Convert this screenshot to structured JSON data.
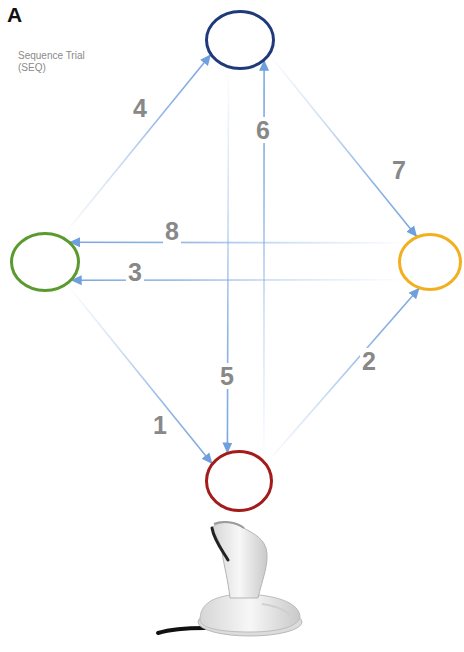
{
  "diagram": {
    "title": "Sequence Trial (SEQ)",
    "nodes": [
      {
        "text": []
      },
      {
        "text": []
      },
      {
        "text": []
      },
      {
        "text": []
      }
    ],
    "edges": [
      {
        "from": 1,
        "to": 3,
        "arrow": "to",
        "label": "1"
      },
      {
        "from": 3,
        "to": 2,
        "arrow": "to",
        "label": "2"
      },
      {
        "from": 2,
        "to": 1,
        "arrow": "to",
        "label": "3"
      },
      {
        "from": 1,
        "to": 0,
        "arrow": "to",
        "label": "4"
      },
      {
        "from": 0,
        "to": 3,
        "arrow": "to",
        "label": "5"
      },
      {
        "from": 3,
        "to": 0,
        "arrow": "to",
        "label": "6"
      },
      {
        "from": 0,
        "to": 2,
        "arrow": "to",
        "label": "7"
      },
      {
        "from": 2,
        "to": 1,
        "arrow": "to",
        "label": "8"
      }
    ],
    "labels": [
      "A"
    ]
  }
}
